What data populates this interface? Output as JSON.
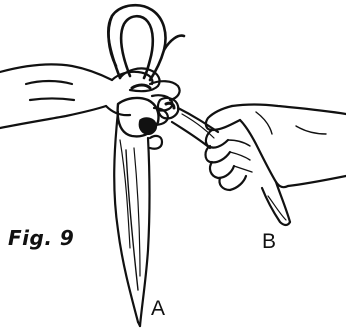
{
  "caption": "Fig. 9",
  "labels": {
    "a": "A",
    "b": "B"
  },
  "colors": {
    "ink": "#111111",
    "paper": "#ffffff"
  },
  "illustration": {
    "subject-icons": [
      "left-hand-icon",
      "right-hand-icon",
      "scarf-loop-icon",
      "knot-icon",
      "scarf-end-a-icon",
      "scarf-end-b-icon"
    ]
  }
}
